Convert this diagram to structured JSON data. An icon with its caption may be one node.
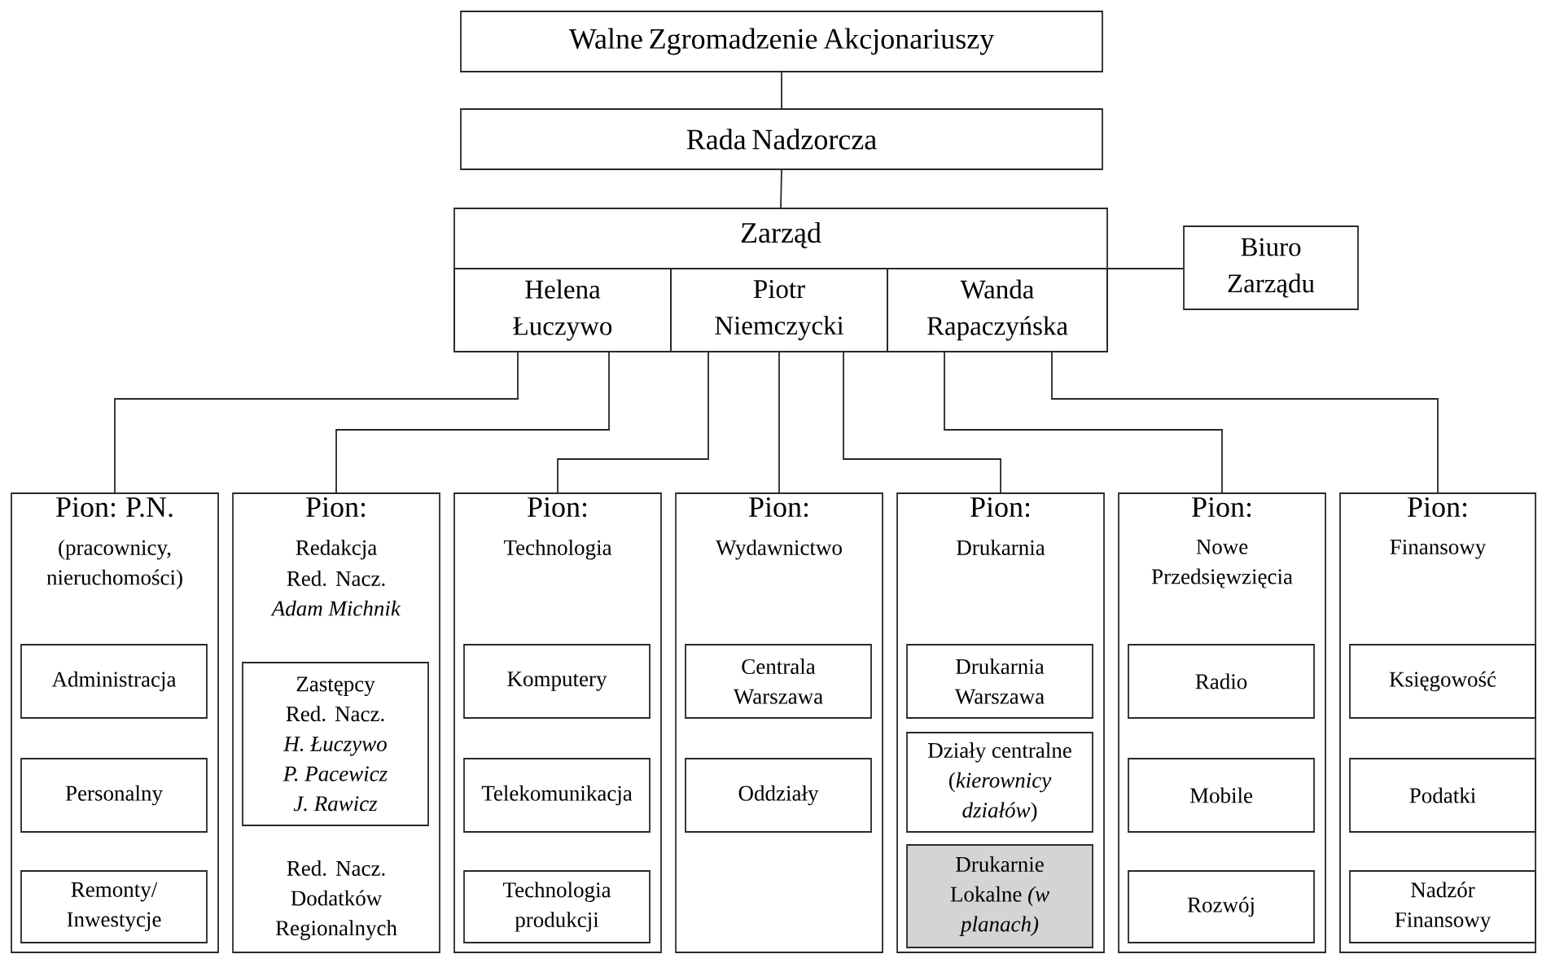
{
  "diagram": {
    "nodes": [
      {
        "text": [
          "Walne Zgromadzenie Akcjonariuszy"
        ]
      },
      {
        "text": [
          "Rada Nadzorcza"
        ]
      },
      {
        "text": [
          "Zarząd"
        ]
      },
      {
        "text": [
          "Helena Łuczywo"
        ],
        "in": 2
      },
      {
        "text": [
          "Piotr Niemczycki"
        ],
        "in": 2
      },
      {
        "text": [
          "Wanda Rapaczyńska"
        ],
        "in": 2
      },
      {
        "text": [
          "Biuro Zarządu"
        ]
      },
      {
        "text": [
          "Pion: P.N.",
          "(pracownicy, nieruchomości)"
        ]
      },
      {
        "text": [
          "Administracja"
        ],
        "in": 7
      },
      {
        "text": [
          "Personalny"
        ],
        "in": 7
      },
      {
        "text": [
          "Remonty/ Inwestycje"
        ],
        "in": 7
      },
      {
        "text": [
          "Pion:",
          "Redakcja",
          "Red. Nacz. *Adam Michnik*",
          "Red. Nacz. Dodatków Regionalnych"
        ]
      },
      {
        "text": [
          "Zastępcy Red. Nacz. *H. Łuczywo P. Pacewicz J. Rawicz*"
        ],
        "in": 11
      },
      {
        "text": [
          "Pion:",
          "Technologia"
        ]
      },
      {
        "text": [
          "Komputery"
        ],
        "in": 13
      },
      {
        "text": [
          "Telekomunikacja"
        ],
        "in": 13
      },
      {
        "text": [
          "Technologia produkcji"
        ],
        "in": 13
      },
      {
        "text": [
          "Pion:",
          "Wydawnictwo"
        ]
      },
      {
        "text": [
          "Centrala Warszawa"
        ],
        "in": 17
      },
      {
        "text": [
          "Oddziały"
        ],
        "in": 17
      },
      {
        "text": [
          "Pion:",
          "Drukarnia"
        ]
      },
      {
        "text": [
          "Drukarnia Warszawa"
        ],
        "in": 20
      },
      {
        "text": [
          "Działy centralne (*kierownicy działów*)"
        ],
        "in": 20
      },
      {
        "text": [
          "Drukarnie Lokalne *(w planach)*"
        ],
        "in": 20
      },
      {
        "text": [
          "Pion:",
          "Nowe Przedsięwzięcia"
        ]
      },
      {
        "text": [
          "Radio"
        ],
        "in": 24
      },
      {
        "text": [
          "Mobile"
        ],
        "in": 24
      },
      {
        "text": [
          "Rozwój"
        ],
        "in": 24
      },
      {
        "text": [
          "Pion:",
          "Finansowy"
        ]
      },
      {
        "text": [
          "Księgowość"
        ],
        "in": 28
      },
      {
        "text": [
          "Podatki"
        ],
        "in": 28
      },
      {
        "text": [
          "Nadzór Finansowy"
        ],
        "in": 28
      }
    ],
    "edges": [
      {
        "from": 0,
        "to": 1,
        "arrow": "none"
      },
      {
        "from": 1,
        "to": 2,
        "arrow": "none"
      },
      {
        "from": 2,
        "to": 6,
        "arrow": "none"
      },
      {
        "from": 3,
        "to": 7,
        "arrow": "none"
      },
      {
        "from": 3,
        "to": 11,
        "arrow": "none"
      },
      {
        "from": 4,
        "to": 13,
        "arrow": "none"
      },
      {
        "from": 4,
        "to": 17,
        "arrow": "none"
      },
      {
        "from": 4,
        "to": 20,
        "arrow": "none"
      },
      {
        "from": 5,
        "to": 24,
        "arrow": "none"
      },
      {
        "from": 5,
        "to": 28,
        "arrow": "none"
      }
    ]
  }
}
